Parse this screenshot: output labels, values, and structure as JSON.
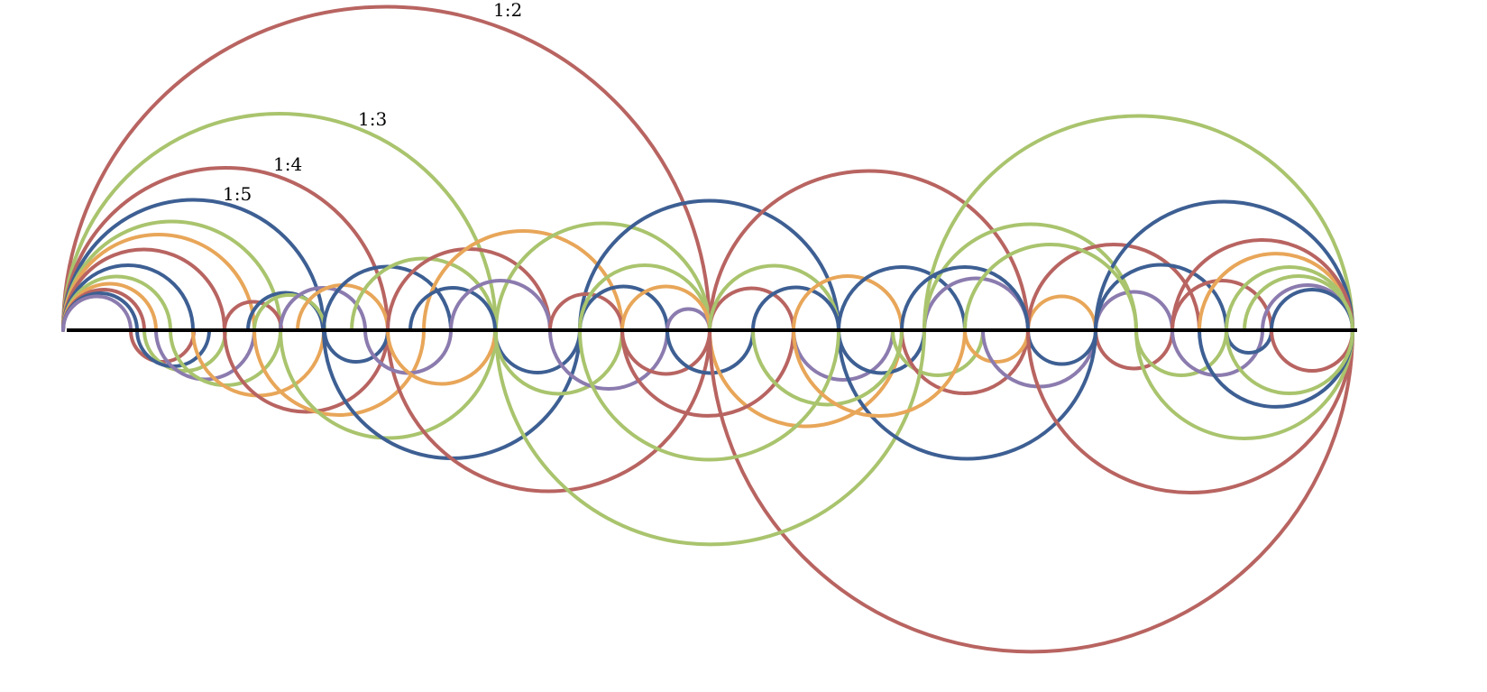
{
  "diagram": {
    "colors": {
      "red": "#b86461",
      "green": "#a9c46d",
      "blue": "#3d5f93",
      "orange": "#e8a659",
      "purple": "#8b7bae",
      "axis": "#000000"
    },
    "labels": [
      {
        "id": "1-2",
        "text": "1:2",
        "color": "red"
      },
      {
        "id": "1-3",
        "text": "1:3",
        "color": "green"
      },
      {
        "id": "1-4",
        "text": "1:4",
        "color": "red"
      },
      {
        "id": "1-5",
        "text": "1:5",
        "color": "blue"
      }
    ]
  }
}
